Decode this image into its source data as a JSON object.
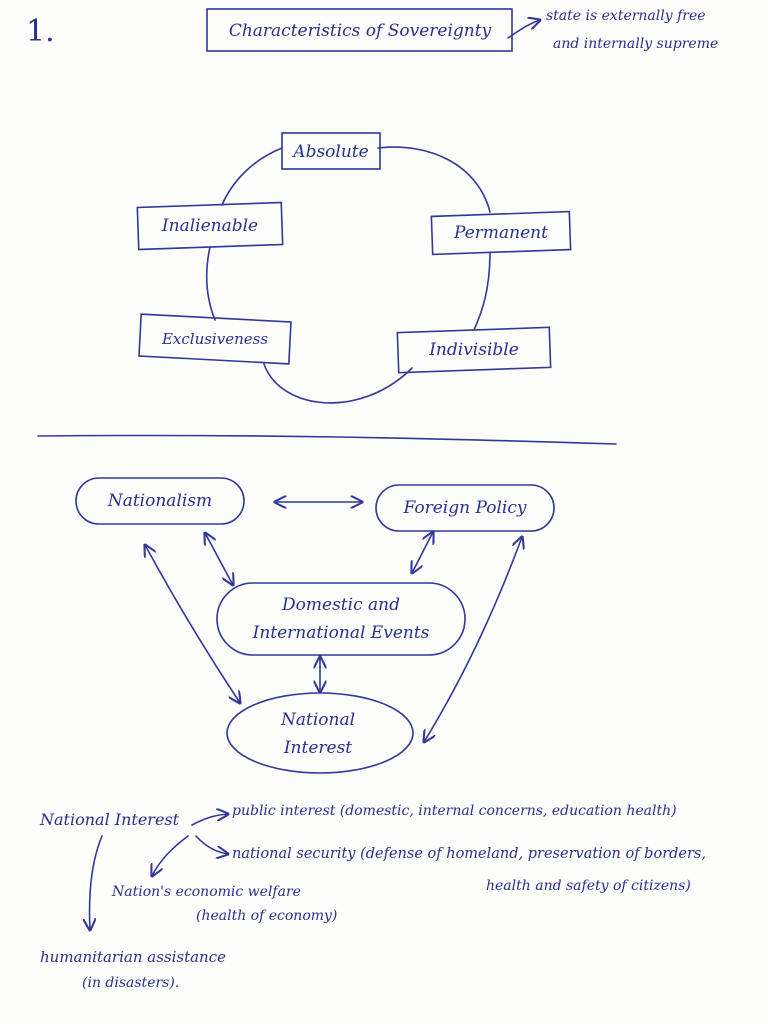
{
  "page_number": "1.",
  "sovereignty": {
    "title": "Characteristics of Sovereignty",
    "note_line1": "state is externally free",
    "note_line2": "and internally supreme",
    "nodes": [
      "Absolute",
      "Permanent",
      "Indivisible",
      "Exclusiveness",
      "Inalienable"
    ]
  },
  "flow": {
    "nationalism": "Nationalism",
    "foreign_policy": "Foreign Policy",
    "events_line1": "Domestic and",
    "events_line2": "International Events",
    "interest_line1": "National",
    "interest_line2": "Interest"
  },
  "national_interest": {
    "root": "National Interest",
    "public": "public interest (domestic, internal concerns, education health)",
    "security": "national security (defense of homeland, preservation of borders,",
    "security_cont": "health and safety of citizens)",
    "economic": "Nation's economic welfare",
    "economic_sub": "(health of economy)",
    "humanitarian": "humanitarian assistance",
    "humanitarian_sub": "(in disasters)."
  }
}
